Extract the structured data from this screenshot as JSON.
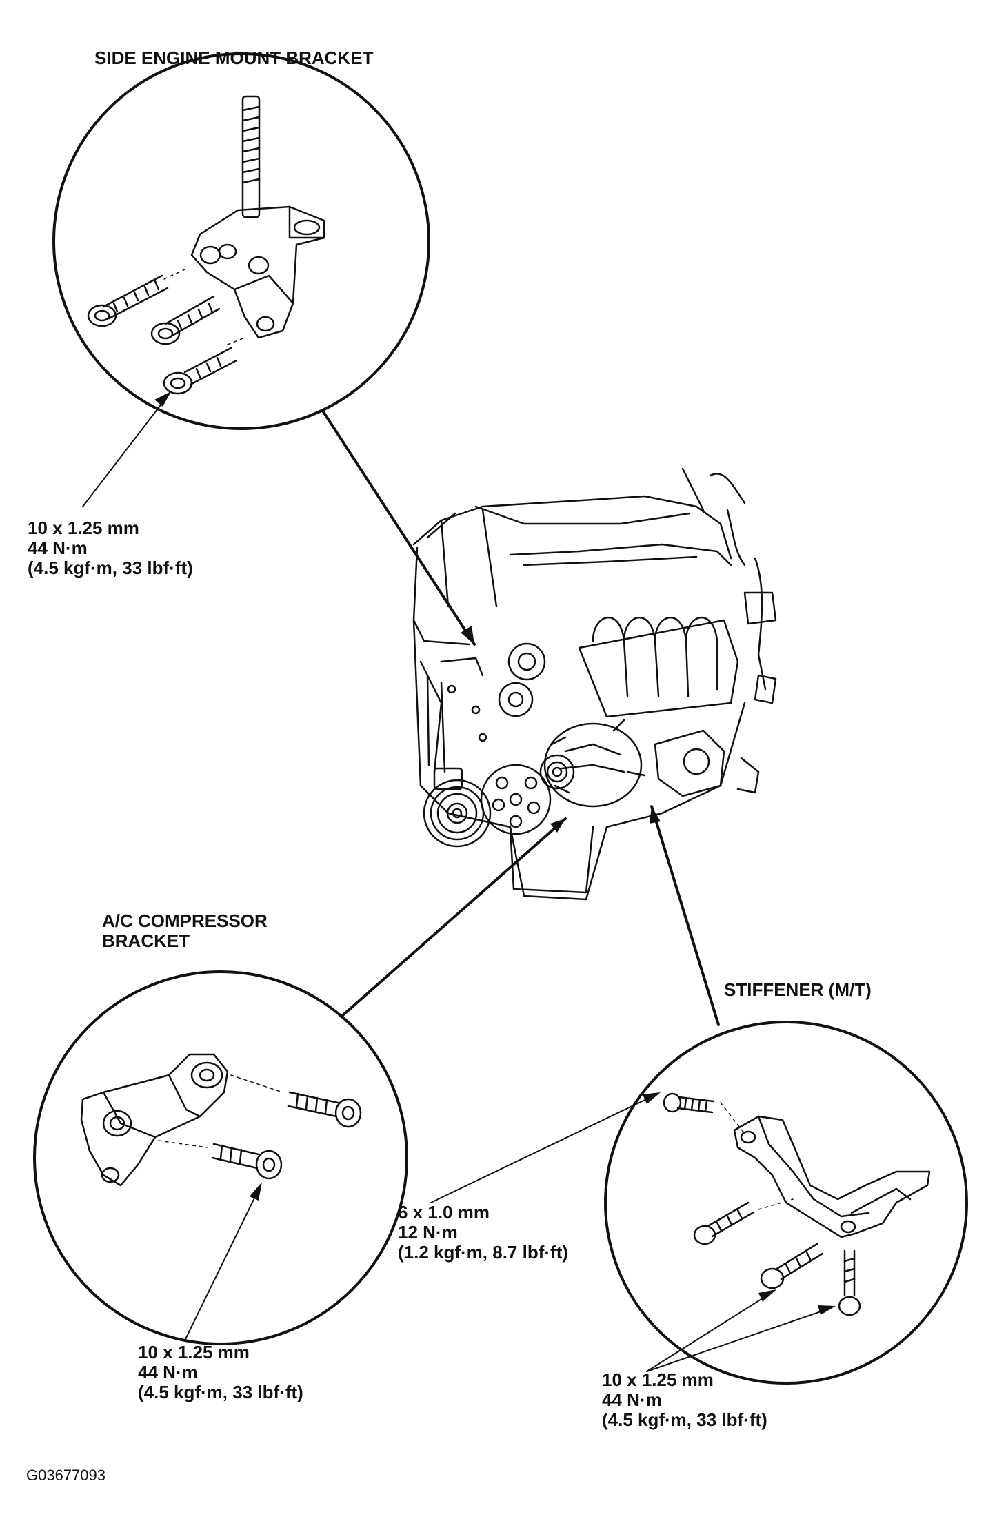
{
  "titles": {
    "side_engine_mount_bracket": "SIDE ENGINE MOUNT BRACKET",
    "ac_compressor_bracket": [
      "A/C COMPRESSOR",
      "BRACKET"
    ],
    "stiffener": "STIFFENER (M/T)"
  },
  "specs": {
    "side_mount_bolt": [
      "10 x 1.25 mm",
      "44 N·m",
      "(4.5 kgf·m, 33 lbf·ft)"
    ],
    "ac_bracket_bolt": [
      "10 x 1.25 mm",
      "44 N·m",
      "(4.5 kgf·m, 33 lbf·ft)"
    ],
    "stiffener_small_bolt": [
      "6 x 1.0 mm",
      "12 N·m",
      "(1.2 kgf·m, 8.7 lbf·ft)"
    ],
    "stiffener_large_bolts": [
      "10 x 1.25 mm",
      "44 N·m",
      "(4.5 kgf·m, 33 lbf·ft)"
    ]
  },
  "figure_id": "G03677093",
  "colors": {
    "ink": "#111111",
    "paper": "#ffffff"
  }
}
